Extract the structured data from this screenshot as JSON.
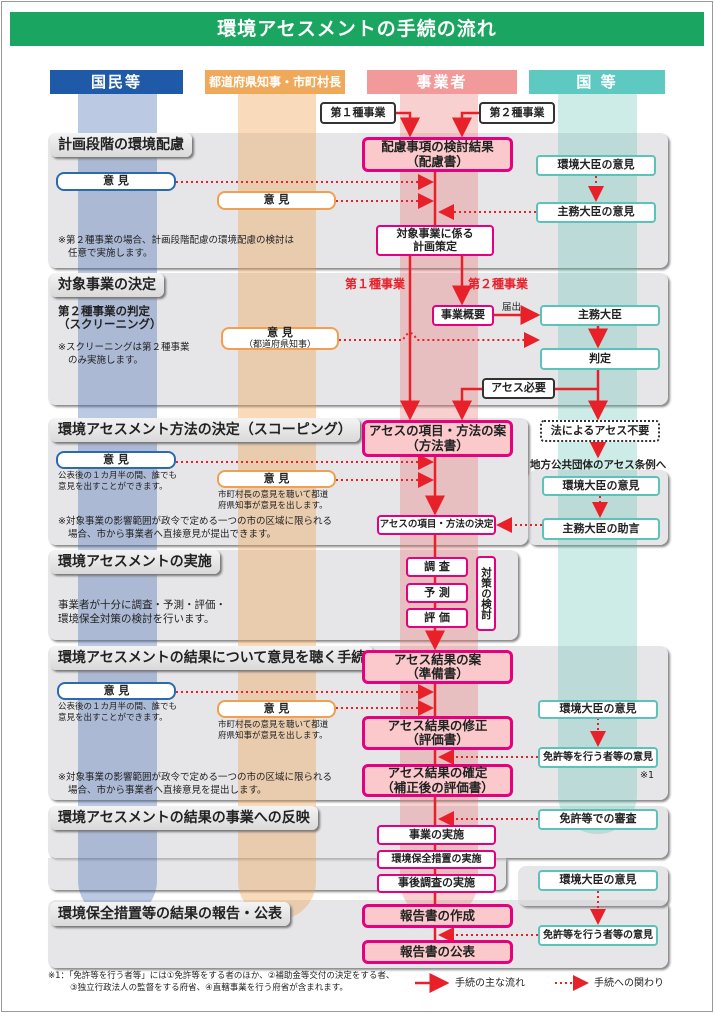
{
  "title": "環境アセスメントの手続の流れ",
  "columns": [
    "国民等",
    "都道府県知事・市町村長",
    "事業者",
    "国 等"
  ],
  "colors": {
    "title": "#1aa560",
    "citizens": "#1f5aa8",
    "prefecture": "#f0a95a",
    "business": "#f29a9a",
    "national": "#5ec9c0",
    "flow": "#e8202a",
    "box_border": "#e4007f"
  },
  "sections": [
    "計画段階の環境配慮",
    "対象事業の決定",
    "環境アセスメント方法の決定（スコーピング）",
    "環境アセスメントの実施",
    "環境アセスメントの結果について意見を聴く手続",
    "環境アセスメントの結果の事業への反映",
    "環境保全措置等の結果の報告・公表"
  ],
  "s1": {
    "type1": "第１種事業",
    "type2": "第２種事業",
    "doc": "配慮事項の検討結果",
    "doc_sub": "（配慮書）",
    "opinion_public": "意 見",
    "opinion_pref": "意 見",
    "env_minister": "環境大臣の意見",
    "competent_minister": "主務大臣の意見",
    "plan1": "対象事業に係る",
    "plan2": "計画策定",
    "note1": "※第２種事業の場合、計画段階配慮の環境配慮の検討は",
    "note2": "任意で実施します。"
  },
  "s2": {
    "type1": "第１種事業",
    "type2": "第２種事業",
    "screening1": "第２種事業の判定",
    "screening2": "（スクリーニング）",
    "note1": "※スクリーニングは第２種事業",
    "note2": "のみ実施します。",
    "opinion": "意 見",
    "opinion_sub": "（都道府県知事）",
    "outline": "事業概要",
    "notify": "届出",
    "minister": "主務大臣",
    "judge": "判定",
    "required": "アセス必要",
    "not_required": "法によるアセス不要",
    "local": "地方公共団体のアセス条例へ"
  },
  "s3": {
    "doc": "アセスの項目・方法の案",
    "doc_sub": "（方法書）",
    "opinion_public": "意 見",
    "public_note1": "公表後の１カ月半の間、誰でも",
    "public_note2": "意見を出すことができます。",
    "opinion_pref": "意 見",
    "pref_note1": "市町村長の意見を聴いて都道",
    "pref_note2": "府県知事が意見を出します。",
    "note1": "※対象事業の影響範囲が政令で定める一つの市の区域に限られる",
    "note2": "場合、市から事業者へ直接意見が提出できます。",
    "env_minister": "環境大臣の意見",
    "advice": "主務大臣の助言",
    "decision": "アセスの項目・方法の決定"
  },
  "s4": {
    "survey": "調 査",
    "predict": "予 測",
    "evaluate": "評 価",
    "measures": "対策の検討",
    "note1": "事業者が十分に調査・予測・評価・",
    "note2": "環境保全対策の検討を行います。"
  },
  "s5": {
    "draft": "アセス結果の案",
    "draft_sub": "（準備書）",
    "revise": "アセス結果の修正",
    "revise_sub": "（評価書）",
    "final": "アセス結果の確定",
    "final_sub": "（補正後の評価書）",
    "opinion_public": "意 見",
    "public_note1": "公表後の１カ月半の間、誰でも",
    "public_note2": "意見を出すことができます。",
    "opinion_pref": "意 見",
    "pref_note1": "市町村長の意見を聴いて都道",
    "pref_note2": "府県知事が意見を出します。",
    "note1": "※対象事業の影響範囲が政令で定める一つの市の区域に限られる",
    "note2": "場合、市から事業者へ直接意見を提出します。",
    "env_minister": "環境大臣の意見",
    "licensor": "免許等を行う者等の意見",
    "ref": "※1"
  },
  "s6": {
    "review": "免許等での審査",
    "implement": "事業の実施",
    "measures": "環境保全措置の実施",
    "followup": "事後調査の実施"
  },
  "s7": {
    "env_minister": "環境大臣の意見",
    "create": "報告書の作成",
    "publish": "報告書の公表",
    "licensor": "免許等を行う者等の意見"
  },
  "footnote1": "※1：「免許等を行う者等」には①免許等をする者のほか、②補助金等交付の決定をする者、",
  "footnote2": "③独立行政法人の監督をする府省、④直轄事業を行う府省が含まれます。",
  "legend": {
    "main": "手続の主な流れ",
    "related": "手続への関わり"
  }
}
